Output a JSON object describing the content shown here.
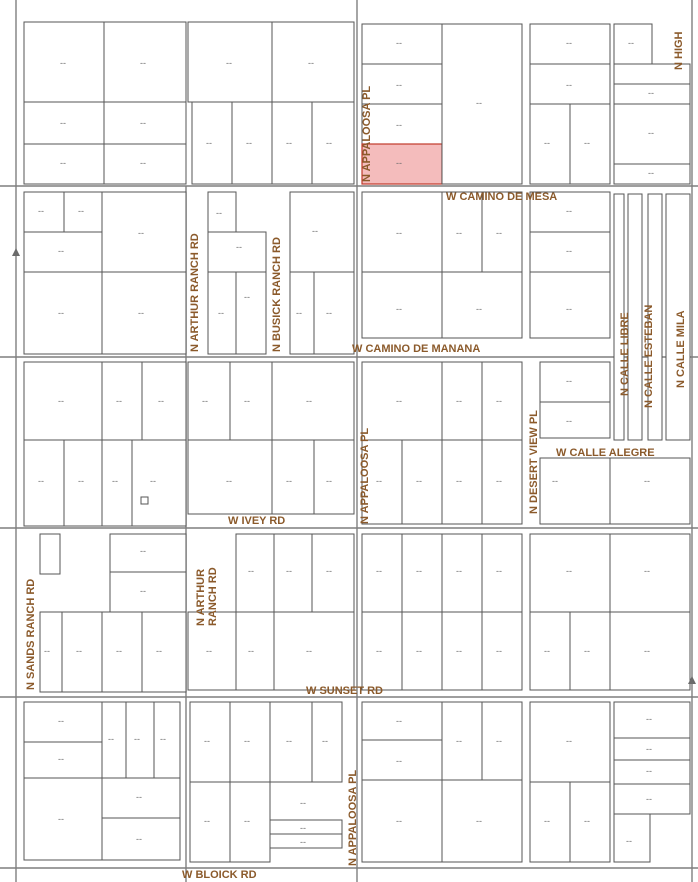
{
  "colors": {
    "street_label": "#8b5a2b",
    "highlight_fill": "#f4bcbc",
    "highlight_stroke": "#c0392b",
    "lines": "#555555"
  },
  "parcel_marker": "--",
  "streets": {
    "n_high": "N HIGH",
    "appaloosa_top": "N APPALOOSA PL",
    "camino_de_mesa": "W CAMINO DE MESA",
    "arthur_ranch_1": "N ARTHUR RANCH RD",
    "busick_ranch": "N BUSICK RANCH RD",
    "calle_libre": "N CALLE LIBRE",
    "calle_esteban": "N CALLE ESTEBAN",
    "calle_mila": "N CALLE MILA",
    "camino_de_manana": "W CAMINO DE MANANA",
    "appaloosa_mid": "N APPALOOSA PL",
    "desert_view": "N DESERT VIEW PL",
    "calle_alegre": "W CALLE ALEGRE",
    "ivey": "W IVEY RD",
    "sands_ranch": "N SANDS RANCH RD",
    "arthur_ranch_a": "N ARTHUR",
    "arthur_ranch_b": "RANCH RD",
    "sunset": "W SUNSET RD",
    "appaloosa_bot": "N APPALOOSA PL",
    "bloick": "W BLOICK RD"
  }
}
